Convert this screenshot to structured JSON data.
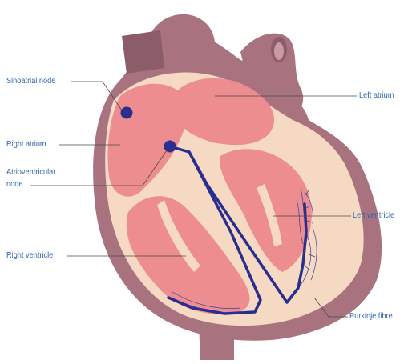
{
  "labels": {
    "sinoatrial_node": "Sinoatrial node",
    "right_atrium": "Right atrium",
    "av_node_line1": "Atrioventricular",
    "av_node_line2": "node",
    "right_ventricle": "Right ventricle",
    "left_atrium": "Left atrium",
    "left_ventricle": "Left ventricle",
    "purkinje_fibre": "Purkinje fibre"
  },
  "colors": {
    "label_text": "#2b63ad",
    "leader_line": "#4a4a4a",
    "outer_tissue": "#a8737e",
    "outer_tissue_dark": "#8c5d68",
    "inner_wall": "#f6d9c2",
    "chamber": "#ee8d8f",
    "chamber_dark": "#d97074",
    "conduction_path": "#2a2f8f"
  }
}
